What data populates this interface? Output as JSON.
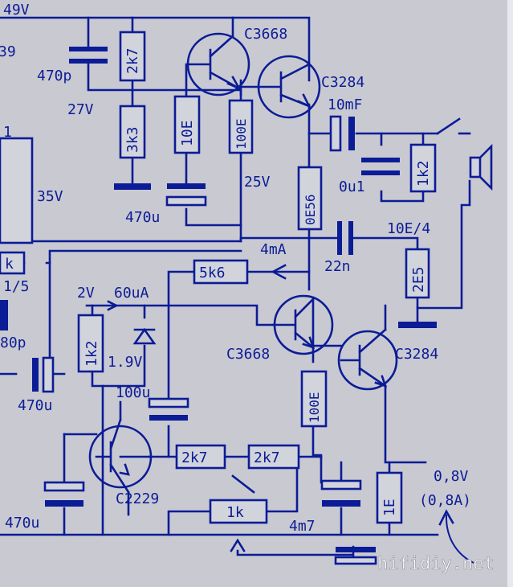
{
  "labels": {
    "supply_top": "49V",
    "edge_top": "39",
    "cap_470p": "470p",
    "res_2k7_top": "2k7",
    "q_c3668_top": "C3668",
    "q_c3284_top": "C3284",
    "v27": "27V",
    "res_3k3": "3k3",
    "res_10e": "10E",
    "res_100e_top": "100E",
    "cap_10mf": "10mF",
    "cap_0u1": "0u1",
    "res_1k2_right": "1k2",
    "edge_1": "1",
    "v35": "35V",
    "v25": "25V",
    "res_0e56": "0E56",
    "cap_470u_mid": "470u",
    "cap_22n": "22n",
    "res_10e4": "10E/4",
    "i_4ma": "4mA",
    "res_k_left": "k",
    "res_5k6": "5k6",
    "res_2e5": "2E5",
    "edge_1_5": "1/5",
    "v2": "2V",
    "i_60ua": "60uA",
    "res_1k2_left": "1k2",
    "edge_80p": "80p",
    "q_c3668_bottom": "C3668",
    "q_c3284_bottom": "C3284",
    "v19": "1.9V",
    "cap_100u": "100u",
    "cap_470u_left": "470u",
    "res_100e_bottom": "100E",
    "res_2k7_a": "2k7",
    "res_2k7_b": "2k7",
    "q_c2229": "C2229",
    "res_1k_pot": "1k",
    "res_1e": "1E",
    "v08": "0,8V",
    "i_08a": "(0,8A)",
    "cap_470u_bottom": "470u",
    "cap_4m7": "4m7",
    "watermark": "hifidiy.net"
  },
  "colors": {
    "ink": "#0b1c96",
    "background": "#c9c9d1",
    "watermark": "#ffffff"
  }
}
